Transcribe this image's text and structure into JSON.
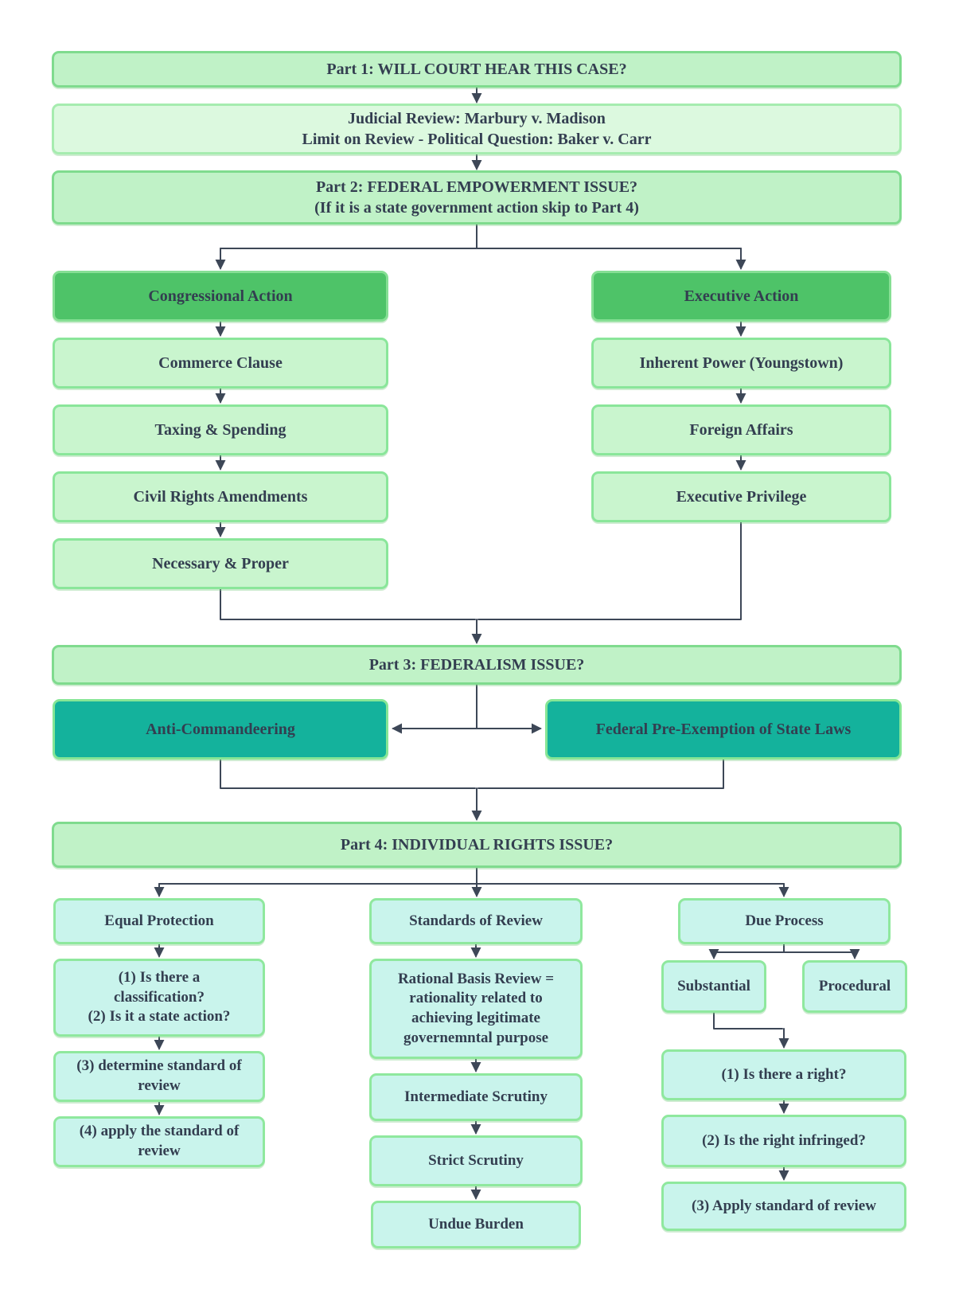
{
  "colors": {
    "header_fill": "#c0f2c7",
    "header_border": "#7fdb8e",
    "subtle_fill": "#dcf9df",
    "action_fill": "#4ec368",
    "light_green_fill": "#c9f5ce",
    "teal_fill": "#14b29c",
    "cyan_fill": "#c9f4ec",
    "connector_line": "#3d4757",
    "text": "#333e50"
  },
  "nodes": {
    "part1": {
      "label": "Part 1: WILL COURT HEAR THIS CASE?"
    },
    "judicial": {
      "label": "Judicial Review: Marbury v. Madison\nLimit on Review - Political Question: Baker v. Carr"
    },
    "part2": {
      "label": "Part 2: FEDERAL EMPOWERMENT ISSUE?\n(If it is a state government action skip to Part 4)"
    },
    "congressional": {
      "label": "Congressional Action"
    },
    "commerce": {
      "label": "Commerce Clause"
    },
    "taxing": {
      "label": "Taxing & Spending"
    },
    "civil_rights": {
      "label": "Civil Rights Amendments"
    },
    "necessary": {
      "label": "Necessary & Proper"
    },
    "executive": {
      "label": "Executive Action"
    },
    "inherent": {
      "label": "Inherent Power (Youngstown)"
    },
    "foreign": {
      "label": "Foreign Affairs"
    },
    "exec_privilege": {
      "label": "Executive Privilege"
    },
    "part3": {
      "label": "Part 3: FEDERALISM ISSUE?"
    },
    "anti_commandeering": {
      "label": "Anti-Commandeering"
    },
    "preemption": {
      "label": "Federal Pre-Exemption of State Laws"
    },
    "part4": {
      "label": "Part 4: INDIVIDUAL RIGHTS ISSUE?"
    },
    "equal_protection": {
      "label": "Equal Protection"
    },
    "ep_steps_1_2": {
      "label": "(1) Is there a\nclassification?\n(2) Is it a state action?"
    },
    "ep_step_3": {
      "label": "(3) determine standard of\nreview"
    },
    "ep_step_4": {
      "label": "(4) apply the standard of\nreview"
    },
    "standards_of_review": {
      "label": "Standards of Review"
    },
    "rational_basis": {
      "label": "Rational Basis Review =\nrationality related to\nachieving legitimate\ngovernemntal purpose"
    },
    "intermediate": {
      "label": "Intermediate Scrutiny"
    },
    "strict": {
      "label": "Strict Scrutiny"
    },
    "undue_burden": {
      "label": "Undue Burden"
    },
    "due_process": {
      "label": "Due Process"
    },
    "substantial": {
      "label": "Substantial"
    },
    "procedural": {
      "label": "Procedural"
    },
    "dp_step_1": {
      "label": "(1) Is there a right?"
    },
    "dp_step_2": {
      "label": "(2) Is the right infringed?"
    },
    "dp_step_3": {
      "label": "(3) Apply standard of review"
    }
  }
}
